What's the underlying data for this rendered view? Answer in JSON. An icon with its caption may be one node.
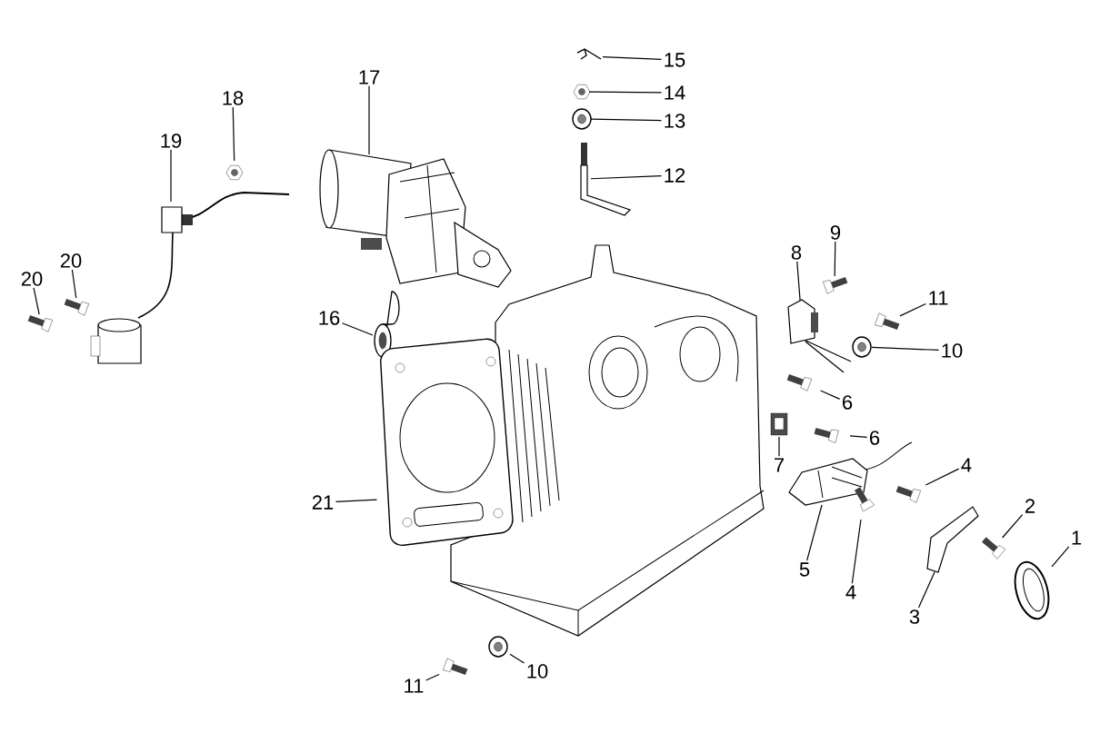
{
  "diagram": {
    "nodes": [
      {
        "text": [
          "15"
        ]
      },
      {
        "text": [],
        "shape": "picture"
      },
      {
        "text": [
          "14"
        ]
      },
      {
        "text": [],
        "shape": "picture"
      },
      {
        "text": [
          "13"
        ]
      },
      {
        "text": [],
        "shape": "picture"
      },
      {
        "text": [
          "12"
        ]
      },
      {
        "text": [],
        "shape": "picture"
      },
      {
        "text": [
          "17"
        ]
      },
      {
        "text": [],
        "shape": "picture"
      },
      {
        "text": [
          "18"
        ]
      },
      {
        "text": [],
        "shape": "picture"
      },
      {
        "text": [
          "19"
        ]
      },
      {
        "text": [],
        "shape": "picture"
      },
      {
        "text": [
          "20"
        ]
      },
      {
        "text": [],
        "shape": "picture"
      },
      {
        "text": [
          "20"
        ]
      },
      {
        "text": [],
        "shape": "picture"
      },
      {
        "text": [
          "9"
        ]
      },
      {
        "text": [],
        "shape": "picture"
      },
      {
        "text": [
          "8"
        ]
      },
      {
        "text": [],
        "shape": "picture"
      },
      {
        "text": [
          "11"
        ]
      },
      {
        "text": [],
        "shape": "picture"
      },
      {
        "text": [
          "16"
        ]
      },
      {
        "text": [],
        "shape": "picture"
      },
      {
        "text": [
          "10"
        ]
      },
      {
        "text": [],
        "shape": "picture"
      },
      {
        "text": [
          "6"
        ]
      },
      {
        "text": [],
        "shape": "picture"
      },
      {
        "text": [
          "6"
        ]
      },
      {
        "text": [],
        "shape": "picture"
      },
      {
        "text": [
          "7"
        ]
      },
      {
        "text": [],
        "shape": "picture"
      },
      {
        "text": [
          "4"
        ]
      },
      {
        "text": [],
        "shape": "picture"
      },
      {
        "text": [
          "21"
        ]
      },
      {
        "text": [],
        "shape": "picture"
      },
      {
        "text": [
          "2"
        ]
      },
      {
        "text": [],
        "shape": "picture"
      },
      {
        "text": [
          "1"
        ]
      },
      {
        "text": [],
        "shape": "picture"
      },
      {
        "text": [
          "5"
        ]
      },
      {
        "text": [],
        "shape": "picture"
      },
      {
        "text": [
          "4"
        ]
      },
      {
        "text": [],
        "shape": "picture"
      },
      {
        "text": [
          "3"
        ]
      },
      {
        "text": [],
        "shape": "picture"
      },
      {
        "text": [
          "10"
        ]
      },
      {
        "text": [],
        "shape": "picture"
      },
      {
        "text": [
          "11"
        ]
      },
      {
        "text": [],
        "shape": "picture"
      }
    ],
    "edges": [
      {
        "from": 0,
        "to": 1,
        "arrow": "none"
      },
      {
        "from": 2,
        "to": 3,
        "arrow": "none"
      },
      {
        "from": 4,
        "to": 5,
        "arrow": "none"
      },
      {
        "from": 6,
        "to": 7,
        "arrow": "none"
      },
      {
        "from": 8,
        "to": 9,
        "arrow": "none"
      },
      {
        "from": 10,
        "to": 11,
        "arrow": "none"
      },
      {
        "from": 12,
        "to": 13,
        "arrow": "none"
      },
      {
        "from": 14,
        "to": 15,
        "arrow": "none"
      },
      {
        "from": 16,
        "to": 17,
        "arrow": "none"
      },
      {
        "from": 18,
        "to": 19,
        "arrow": "none"
      },
      {
        "from": 20,
        "to": 21,
        "arrow": "none"
      },
      {
        "from": 22,
        "to": 23,
        "arrow": "none"
      },
      {
        "from": 24,
        "to": 25,
        "arrow": "none"
      },
      {
        "from": 26,
        "to": 27,
        "arrow": "none"
      },
      {
        "from": 28,
        "to": 29,
        "arrow": "none"
      },
      {
        "from": 30,
        "to": 31,
        "arrow": "none"
      },
      {
        "from": 32,
        "to": 33,
        "arrow": "none"
      },
      {
        "from": 34,
        "to": 35,
        "arrow": "none"
      },
      {
        "from": 36,
        "to": 37,
        "arrow": "none"
      },
      {
        "from": 38,
        "to": 39,
        "arrow": "none"
      },
      {
        "from": 40,
        "to": 41,
        "arrow": "none"
      },
      {
        "from": 42,
        "to": 43,
        "arrow": "none"
      },
      {
        "from": 44,
        "to": 45,
        "arrow": "none"
      },
      {
        "from": 46,
        "to": 47,
        "arrow": "none"
      },
      {
        "from": 48,
        "to": 49,
        "arrow": "none"
      },
      {
        "from": 50,
        "to": 51,
        "arrow": "none"
      }
    ]
  }
}
